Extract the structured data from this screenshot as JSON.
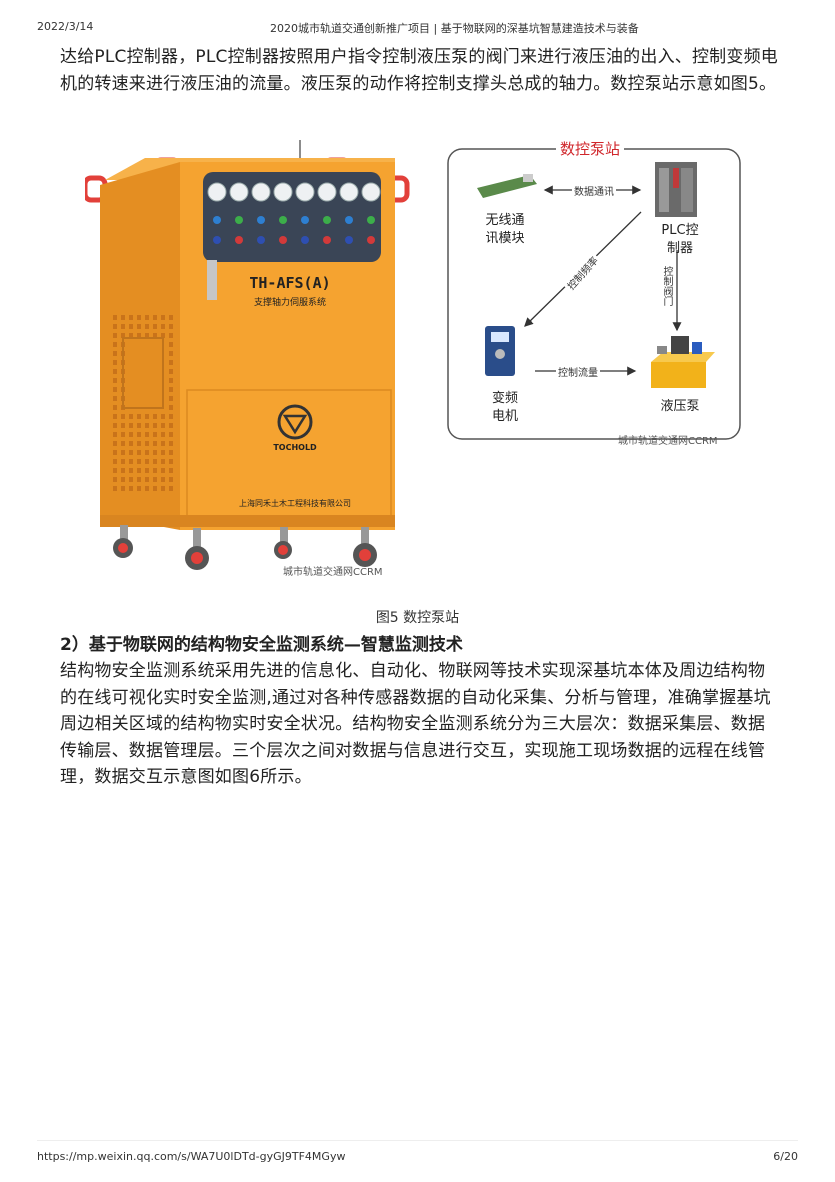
{
  "header": {
    "date": "2022/3/14",
    "title": "2020城市轨道交通创新推广项目 | 基于物联网的深基坑智慧建造技术与装备"
  },
  "body": {
    "paragraph1": "达给PLC控制器，PLC控制器按照用户指令控制液压泵的阀门来进行液压油的出入、控制变频电机的转速来进行液压油的流量。液压泵的动作将控制支撑头总成的轴力。数控泵站示意如图5。",
    "figure_caption": "图5 数控泵站",
    "section_heading": "2）基于物联网的结构物安全监测系统—智慧监测技术",
    "paragraph2": "结构物安全监测系统采用先进的信息化、自动化、物联网等技术实现深基坑本体及周边结构物的在线可视化实时安全监测,通过对各种传感器数据的自动化采集、分析与管理，准确掌握基坑周边相关区域的结构物实时安全状况。结构物安全监测系统分为三大层次：数据采集层、数据传输层、数据管理层。三个层次之间对数据与信息进行交互，实现施工现场数据的远程在线管理，数据交互示意图如图6所示。"
  },
  "machine": {
    "model": "TH-AFS(A)",
    "subtitle": "支撑轴力伺服系统",
    "brand": "TOCHOLD",
    "company": "上海同禾土木工程科技有限公司",
    "watermark": "城市轨道交通网CCRM"
  },
  "diagram": {
    "title": "数控泵站",
    "nodes": {
      "wireless": "无线通\n讯模块",
      "plc": "PLC控\n制器",
      "motor": "变频\n电机",
      "pump": "液压泵"
    },
    "edges": {
      "data_comm": "数据通讯",
      "freq_control": "控制频率",
      "valve_control": "控制阀门",
      "flow_control": "控制流量"
    },
    "watermark": "城市轨道交通网CCRM"
  },
  "footer": {
    "url": "https://mp.weixin.qq.com/s/WA7U0lDTd-gyGJ9TF4MGyw",
    "page": "6/20"
  },
  "colors": {
    "machine_orange": "#f5a330",
    "diagram_title_red": "#d0262b"
  }
}
